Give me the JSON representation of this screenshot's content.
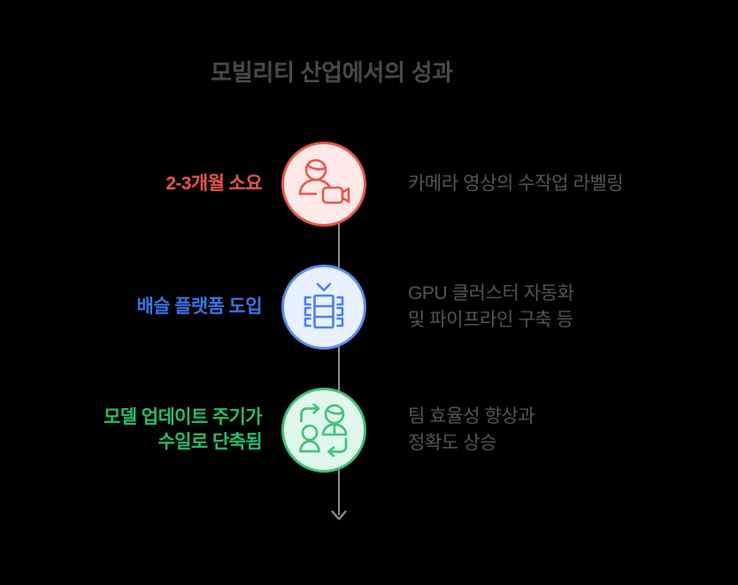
{
  "header": {
    "title": "모빌리티 산업에서의 성과"
  },
  "theme": {
    "background": "#000000",
    "title_color": "#4a4a4a",
    "description_color": "#555555",
    "spine_color": "#8b8b8b"
  },
  "timeline": {
    "steps": [
      {
        "id": "step-labeling",
        "metric": "2-3개월 소요",
        "metric_color": "#e8564d",
        "icon": "person-video-camera-icon",
        "icon_color": "#e8564d",
        "badge_fill": "#fdeae8",
        "badge_border": "#e8564d",
        "description": "카메라 영상의 수작업 라벨링"
      },
      {
        "id": "step-platform",
        "metric": "배슬 플랫폼 도입",
        "metric_color": "#3d74e6",
        "icon": "server-rack-check-icon",
        "icon_color": "#4a80ec",
        "badge_fill": "#eaf1fe",
        "badge_border": "#5b8def",
        "description": "GPU 클러스터 자동화\n및 파이프라인 구축 등"
      },
      {
        "id": "step-update-cycle",
        "metric": "모델 업데이트 주기가\n수일로 단축됨",
        "metric_color": "#2cbd6d",
        "icon": "team-collaboration-arrows-icon",
        "icon_color": "#3ec27a",
        "badge_fill": "#e2f7ec",
        "badge_border": "#3ec27a",
        "description": "팀 효율성 향상과\n정확도 상승"
      }
    ],
    "end_marker": "down-arrow-icon"
  }
}
